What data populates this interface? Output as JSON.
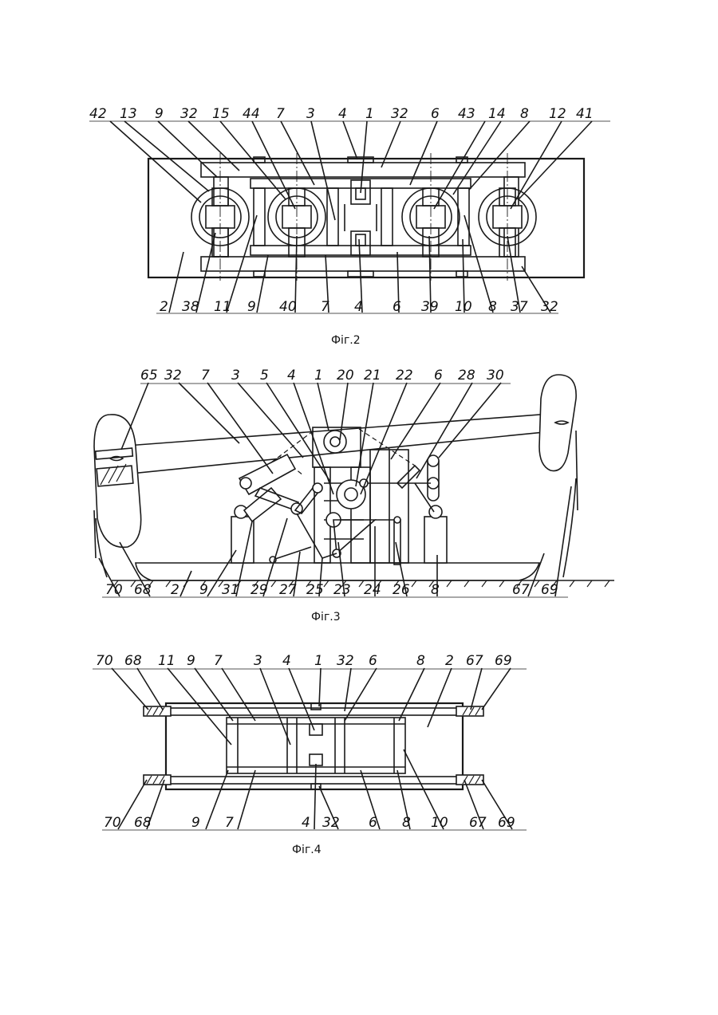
{
  "fig2": {
    "caption": "Фіг.2",
    "top_labels": [
      "42",
      "13",
      "9",
      "32",
      "15",
      "44",
      "7",
      "3",
      "4",
      "1",
      "32",
      "6",
      "43",
      "14",
      "8",
      "12",
      "41"
    ],
    "bottom_labels": [
      "2",
      "38",
      "11",
      "9",
      "40",
      "7",
      "4",
      "6",
      "39",
      "10",
      "8",
      "37",
      "32"
    ]
  },
  "fig3": {
    "caption": "Фіг.3",
    "top_labels": [
      "65",
      "32",
      "7",
      "3",
      "5",
      "4",
      "1",
      "20",
      "21",
      "22",
      "6",
      "28",
      "30"
    ],
    "bottom_labels": [
      "70",
      "68",
      "2",
      "9",
      "31",
      "29",
      "27",
      "25",
      "23",
      "24",
      "26",
      "8",
      "67",
      "69"
    ]
  },
  "fig4": {
    "caption": "Фіг.4",
    "top_labels": [
      "70",
      "68",
      "11",
      "9",
      "7",
      "3",
      "4",
      "1",
      "32",
      "6",
      "8",
      "2",
      "67",
      "69"
    ],
    "bottom_labels": [
      "70",
      "68",
      "9",
      "7",
      "4",
      "32",
      "6",
      "8",
      "10",
      "67",
      "69"
    ]
  }
}
